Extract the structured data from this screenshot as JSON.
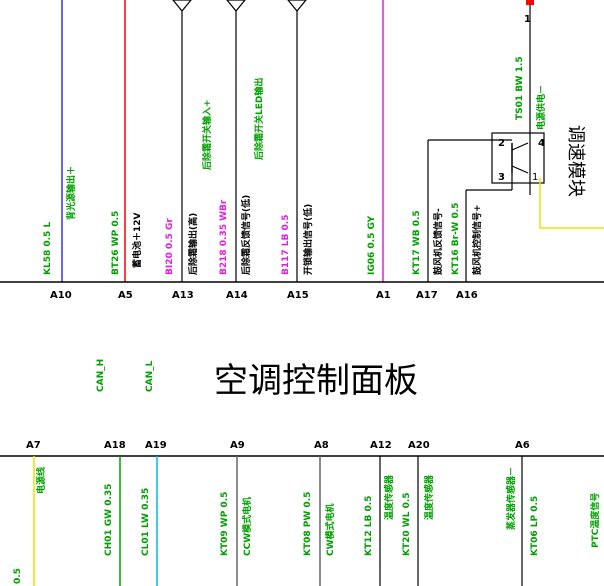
{
  "colors": {
    "black": "#000000",
    "green": "#00a000",
    "red": "#ff0000",
    "blue": "#3333ff",
    "magenta": "#e020e0",
    "yellow": "#e6e600",
    "cyan": "#00bbe8",
    "gray": "#666666"
  },
  "panel_title": "空调控制面板",
  "module_label": "调速模块",
  "top_wires": [
    {
      "id": "w1",
      "code": "KL58 0.5 L",
      "desc": "背光源输出＋"
    },
    {
      "id": "w2",
      "code": "BT26 WP 0.5",
      "desc": "蓄电池＋12V"
    },
    {
      "id": "w3",
      "code": "BI20 0.5 Gr",
      "desc": "后除霜输出(高)",
      "desc2": "后除霜开关输入+"
    },
    {
      "id": "w4",
      "code": "B218 0.35 WBr",
      "desc": "后除霜反馈信号(低)",
      "desc2": "后除霜开关LED输出"
    },
    {
      "id": "w5",
      "code": "B117 LB 0.5",
      "desc": "开锁输出信号(低)"
    },
    {
      "id": "w6",
      "code": "IG06 0.5 GY"
    },
    {
      "id": "w7",
      "code": "KT17 WB 0.5",
      "desc": "鼓风机反馈信号-"
    },
    {
      "id": "w8",
      "code": "KT16 Br-W 0.5",
      "desc": "鼓风机控制信号+"
    },
    {
      "id": "w9",
      "code": "TS01 BW 1.5",
      "desc": "电源供电－"
    }
  ],
  "top_pins": [
    "A10",
    "A5",
    "A13",
    "A14",
    "A15",
    "A1",
    "A17",
    "A16"
  ],
  "module_pins": [
    "1",
    "2",
    "3",
    "4"
  ],
  "bottom_pins": [
    "A7",
    "A18",
    "A19",
    "A9",
    "A8",
    "A12",
    "A20",
    "A6"
  ],
  "bottom_top_labels": [
    "CAN_H",
    "CAN_L"
  ],
  "bottom_wires": [
    {
      "id": "b1",
      "code": "0.5",
      "desc": "电源线"
    },
    {
      "id": "b2",
      "code": "CH01 GW 0.35"
    },
    {
      "id": "b3",
      "code": "CL01 LW 0.35"
    },
    {
      "id": "b4",
      "code": "KT09 WP 0.5",
      "desc": "CCW模式电机"
    },
    {
      "id": "b5",
      "code": "KT08 PW 0.5",
      "desc": "CW模式电机"
    },
    {
      "id": "b6",
      "code": "KT12 LB 0.5",
      "desc": "温度传感器"
    },
    {
      "id": "b7",
      "code": "KT20 WL 0.5",
      "desc": "温度传感器"
    },
    {
      "id": "b8",
      "code": "KT06 LP 0.5",
      "desc": "蒸发器传感器－"
    },
    {
      "id": "b9",
      "desc": "PTC温度信号"
    }
  ]
}
